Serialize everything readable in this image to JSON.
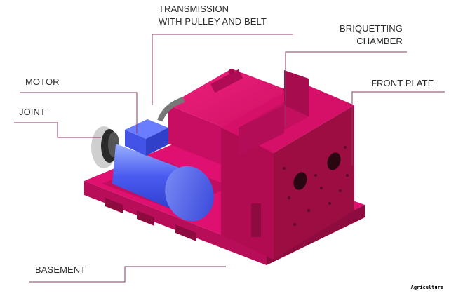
{
  "diagram": {
    "subject": "Briquetting press machine 3D render",
    "labels": {
      "transmission": "TRANSMISSION\nWITH PULLEY AND BELT",
      "briquetting_chamber": "BRIQUETTING\nCHAMBER",
      "front_plate": "FRONT PLATE",
      "motor": "MOTOR",
      "joint": "JOINT",
      "basement": "BASEMENT"
    },
    "watermark": "Agriculture",
    "colors": {
      "frame_magenta": "#e0106e",
      "frame_dark": "#9c0d42",
      "frame_shadow": "#6e0a30",
      "motor_blue": "#4a5cf0",
      "motor_light": "#8aa0ff",
      "joint_gray": "#c8c8c8",
      "leader_line": "#8a3a66",
      "text": "#2b2b2b"
    }
  }
}
